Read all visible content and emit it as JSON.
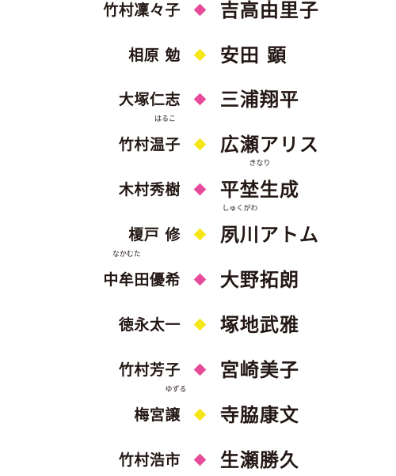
{
  "colors": {
    "text": "#231815",
    "pink": "#e84a9a",
    "yellow": "#f5e617"
  },
  "pairs": [
    {
      "left": [
        {
          "t": "竹村凜々子"
        }
      ],
      "right": [
        {
          "t": "吉高由里子"
        }
      ],
      "diamond": "pink"
    },
    {
      "left": [
        {
          "t": "相原 勉"
        }
      ],
      "right": [
        {
          "t": "安田 顕"
        }
      ],
      "diamond": "yellow"
    },
    {
      "left": [
        {
          "t": "大塚仁志"
        }
      ],
      "right": [
        {
          "t": "三浦翔平"
        }
      ],
      "diamond": "pink"
    },
    {
      "left": [
        {
          "t": "竹村"
        },
        {
          "t": "温子",
          "r": "はるこ"
        }
      ],
      "right": [
        {
          "t": "広瀬アリス"
        }
      ],
      "diamond": "yellow"
    },
    {
      "left": [
        {
          "t": "木村秀樹"
        }
      ],
      "right": [
        {
          "t": "平"
        },
        {
          "t": "埜生",
          "r": "きなり"
        },
        {
          "t": "成"
        }
      ],
      "diamond": "pink"
    },
    {
      "left": [
        {
          "t": "榎戸 修"
        }
      ],
      "right": [
        {
          "t": "夙川",
          "r": "しゅくがわ"
        },
        {
          "t": "アトム"
        }
      ],
      "diamond": "yellow"
    },
    {
      "left": [
        {
          "t": "中牟田",
          "r": "なかむた"
        },
        {
          "t": "優希"
        }
      ],
      "right": [
        {
          "t": "大野拓朗"
        }
      ],
      "diamond": "pink"
    },
    {
      "left": [
        {
          "t": "徳永太一"
        }
      ],
      "right": [
        {
          "t": "塚地武雅"
        }
      ],
      "diamond": "yellow"
    },
    {
      "left": [
        {
          "t": "竹村芳子"
        }
      ],
      "right": [
        {
          "t": "宮崎美子"
        }
      ],
      "diamond": "pink"
    },
    {
      "left": [
        {
          "t": "梅宮 "
        },
        {
          "t": "譲",
          "r": "ゆずる"
        }
      ],
      "right": [
        {
          "t": "寺脇康文"
        }
      ],
      "diamond": "yellow"
    },
    {
      "left": [
        {
          "t": "竹村浩市"
        }
      ],
      "right": [
        {
          "t": "生瀬勝久"
        }
      ],
      "diamond": "pink"
    }
  ]
}
